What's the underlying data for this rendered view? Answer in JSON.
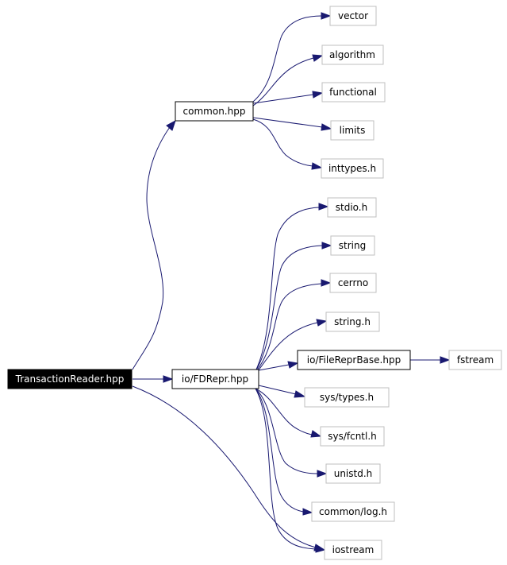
{
  "diagram": {
    "nodes": {
      "transaction_reader": "TransactionReader.hpp",
      "common_hpp": "common.hpp",
      "fdrepr_hpp": "io/FDRepr.hpp",
      "vector": "vector",
      "algorithm": "algorithm",
      "functional": "functional",
      "limits": "limits",
      "inttypes_h": "inttypes.h",
      "stdio_h": "stdio.h",
      "string": "string",
      "cerrno": "cerrno",
      "string_h": "string.h",
      "filereprbase_hpp": "io/FileReprBase.hpp",
      "fstream": "fstream",
      "sys_types_h": "sys/types.h",
      "sys_fcntl_h": "sys/fcntl.h",
      "unistd_h": "unistd.h",
      "common_log_h": "common/log.h",
      "iostream": "iostream"
    },
    "colors": {
      "edge": "#191970",
      "header_border": "#bfbfbf",
      "local_border": "#000000",
      "root_fill": "#000000",
      "root_text": "#ffffff"
    }
  }
}
